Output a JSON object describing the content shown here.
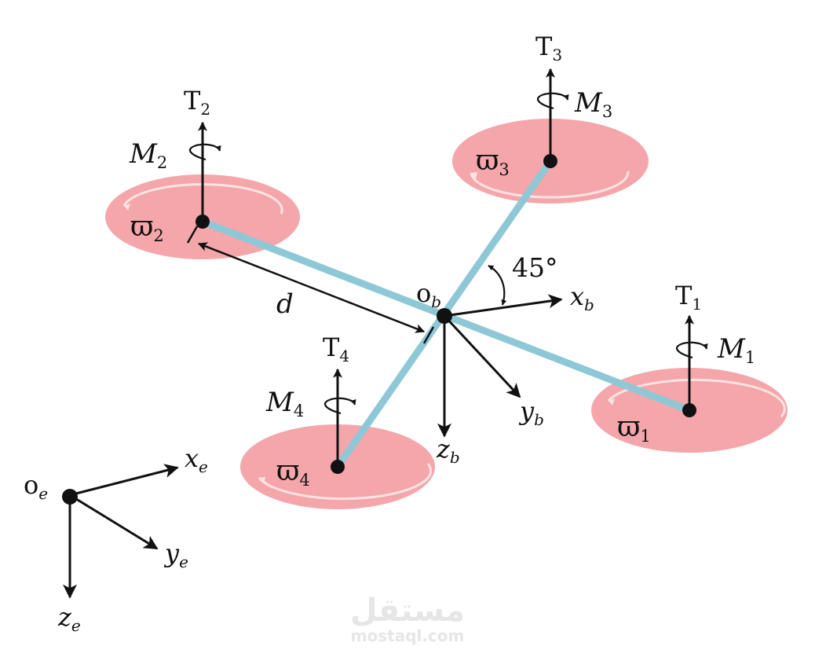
{
  "colors": {
    "rotor_fill": "#f4a6ab",
    "rotor_ring": "#fbe3e3",
    "arm": "#8ec8d6",
    "ink": "#111111",
    "watermark": "#e6e6e6"
  },
  "rotors": [
    {
      "id": 1,
      "speed": "ϖ",
      "speed_sub": "1",
      "thrust": "T",
      "thrust_sub": "1",
      "moment": "M",
      "moment_sub": "1"
    },
    {
      "id": 2,
      "speed": "ϖ",
      "speed_sub": "2",
      "thrust": "T",
      "thrust_sub": "2",
      "moment": "M",
      "moment_sub": "2"
    },
    {
      "id": 3,
      "speed": "ϖ",
      "speed_sub": "3",
      "thrust": "T",
      "thrust_sub": "3",
      "moment": "M",
      "moment_sub": "3"
    },
    {
      "id": 4,
      "speed": "ϖ",
      "speed_sub": "4",
      "thrust": "T",
      "thrust_sub": "4",
      "moment": "M",
      "moment_sub": "4"
    }
  ],
  "body_frame": {
    "origin": "o",
    "origin_sub": "b",
    "x": "x",
    "x_sub": "b",
    "y": "y",
    "y_sub": "b",
    "z": "z",
    "z_sub": "b"
  },
  "earth_frame": {
    "origin": "o",
    "origin_sub": "e",
    "x": "x",
    "x_sub": "e",
    "y": "y",
    "y_sub": "e",
    "z": "z",
    "z_sub": "e"
  },
  "arm_length_label": "d",
  "angle_label": "45°",
  "watermark": {
    "arabic": "مستقل",
    "latin": "mostaql.com"
  }
}
